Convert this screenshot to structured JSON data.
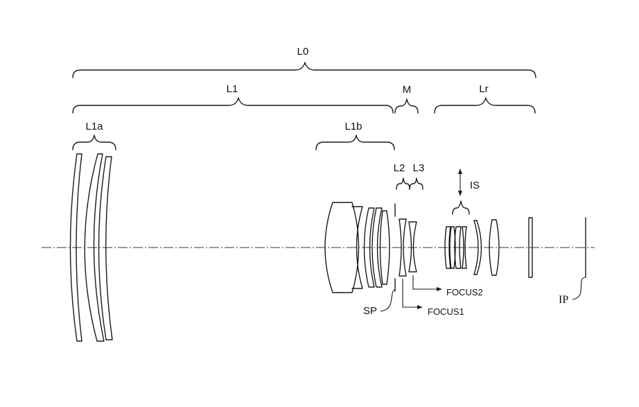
{
  "diagram": {
    "labels": {
      "l0": "L0",
      "l1": "L1",
      "l1a": "L1a",
      "l1b": "L1b",
      "m": "M",
      "lr": "Lr",
      "l2": "L2",
      "l3": "L3",
      "is": "IS",
      "sp": "SP",
      "ip": "IP",
      "focus1": "FOCUS1",
      "focus2": "FOCUS2"
    }
  }
}
